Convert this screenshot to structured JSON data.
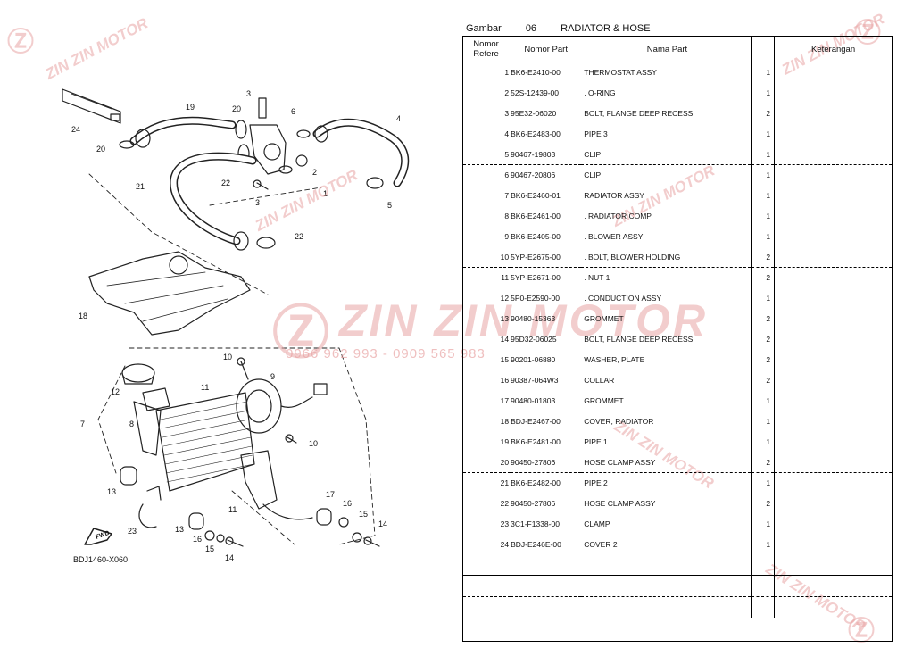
{
  "header": {
    "label": "Gambar",
    "number": "06",
    "title": "RADIATOR & HOSE"
  },
  "columns": {
    "nomor_refe": "Nomor Refere",
    "nomor_part": "Nomor Part",
    "nama_part": "Nama Part",
    "qty": "",
    "keterangan": "Keterangan"
  },
  "parts": [
    {
      "no": "1",
      "part": "BK6-E2410-00",
      "name": "THERMOSTAT ASSY",
      "qty": "1"
    },
    {
      "no": "2",
      "part": "52S-12439-00",
      "name": ". O-RING",
      "qty": "1"
    },
    {
      "no": "3",
      "part": "95E32-06020",
      "name": "BOLT, FLANGE DEEP RECESS",
      "qty": "2"
    },
    {
      "no": "4",
      "part": "BK6-E2483-00",
      "name": "PIPE 3",
      "qty": "1"
    },
    {
      "no": "5",
      "part": "90467-19803",
      "name": "CLIP",
      "qty": "1"
    },
    {
      "no": "6",
      "part": "90467-20806",
      "name": "CLIP",
      "qty": "1"
    },
    {
      "no": "7",
      "part": "BK6-E2460-01",
      "name": "RADIATOR ASSY",
      "qty": "1"
    },
    {
      "no": "8",
      "part": "BK6-E2461-00",
      "name": ". RADIATOR COMP",
      "qty": "1"
    },
    {
      "no": "9",
      "part": "BK6-E2405-00",
      "name": ". BLOWER ASSY",
      "qty": "1"
    },
    {
      "no": "10",
      "part": "5YP-E2675-00",
      "name": ". BOLT, BLOWER HOLDING",
      "qty": "2"
    },
    {
      "no": "11",
      "part": "5YP-E2671-00",
      "name": ". NUT 1",
      "qty": "2"
    },
    {
      "no": "12",
      "part": "5P0-E2590-00",
      "name": ". CONDUCTION ASSY",
      "qty": "1"
    },
    {
      "no": "13",
      "part": "90480-15363",
      "name": "GROMMET",
      "qty": "2"
    },
    {
      "no": "14",
      "part": "95D32-06025",
      "name": "BOLT, FLANGE DEEP RECESS",
      "qty": "2"
    },
    {
      "no": "15",
      "part": "90201-06880",
      "name": "WASHER, PLATE",
      "qty": "2"
    },
    {
      "no": "16",
      "part": "90387-064W3",
      "name": "COLLAR",
      "qty": "2"
    },
    {
      "no": "17",
      "part": "90480-01803",
      "name": "GROMMET",
      "qty": "1"
    },
    {
      "no": "18",
      "part": "BDJ-E2467-00",
      "name": "COVER, RADIATOR",
      "qty": "1"
    },
    {
      "no": "19",
      "part": "BK6-E2481-00",
      "name": "PIPE 1",
      "qty": "1"
    },
    {
      "no": "20",
      "part": "90450-27806",
      "name": "HOSE CLAMP ASSY",
      "qty": "2"
    },
    {
      "no": "21",
      "part": "BK6-E2482-00",
      "name": "PIPE 2",
      "qty": "1"
    },
    {
      "no": "22",
      "part": "90450-27806",
      "name": "HOSE CLAMP ASSY",
      "qty": "2"
    },
    {
      "no": "23",
      "part": "3C1-F1338-00",
      "name": "CLAMP",
      "qty": "1"
    },
    {
      "no": "24",
      "part": "BDJ-E246E-00",
      "name": "COVER 2",
      "qty": "1"
    }
  ],
  "diagram": {
    "code": "BDJ1460-X060",
    "fwd": "FWD",
    "callouts": [
      "24",
      "20",
      "19",
      "20",
      "21",
      "22",
      "3",
      "3",
      "2",
      "1",
      "6",
      "4",
      "5",
      "22",
      "18",
      "10",
      "9",
      "12",
      "11",
      "7",
      "8",
      "10",
      "13",
      "23",
      "11",
      "17",
      "16",
      "15",
      "14",
      "13",
      "16",
      "15",
      "14"
    ]
  },
  "watermark": {
    "brand": "ZIN ZIN MOTOR",
    "phone": "0966 962 993 - 0909 565 983"
  }
}
